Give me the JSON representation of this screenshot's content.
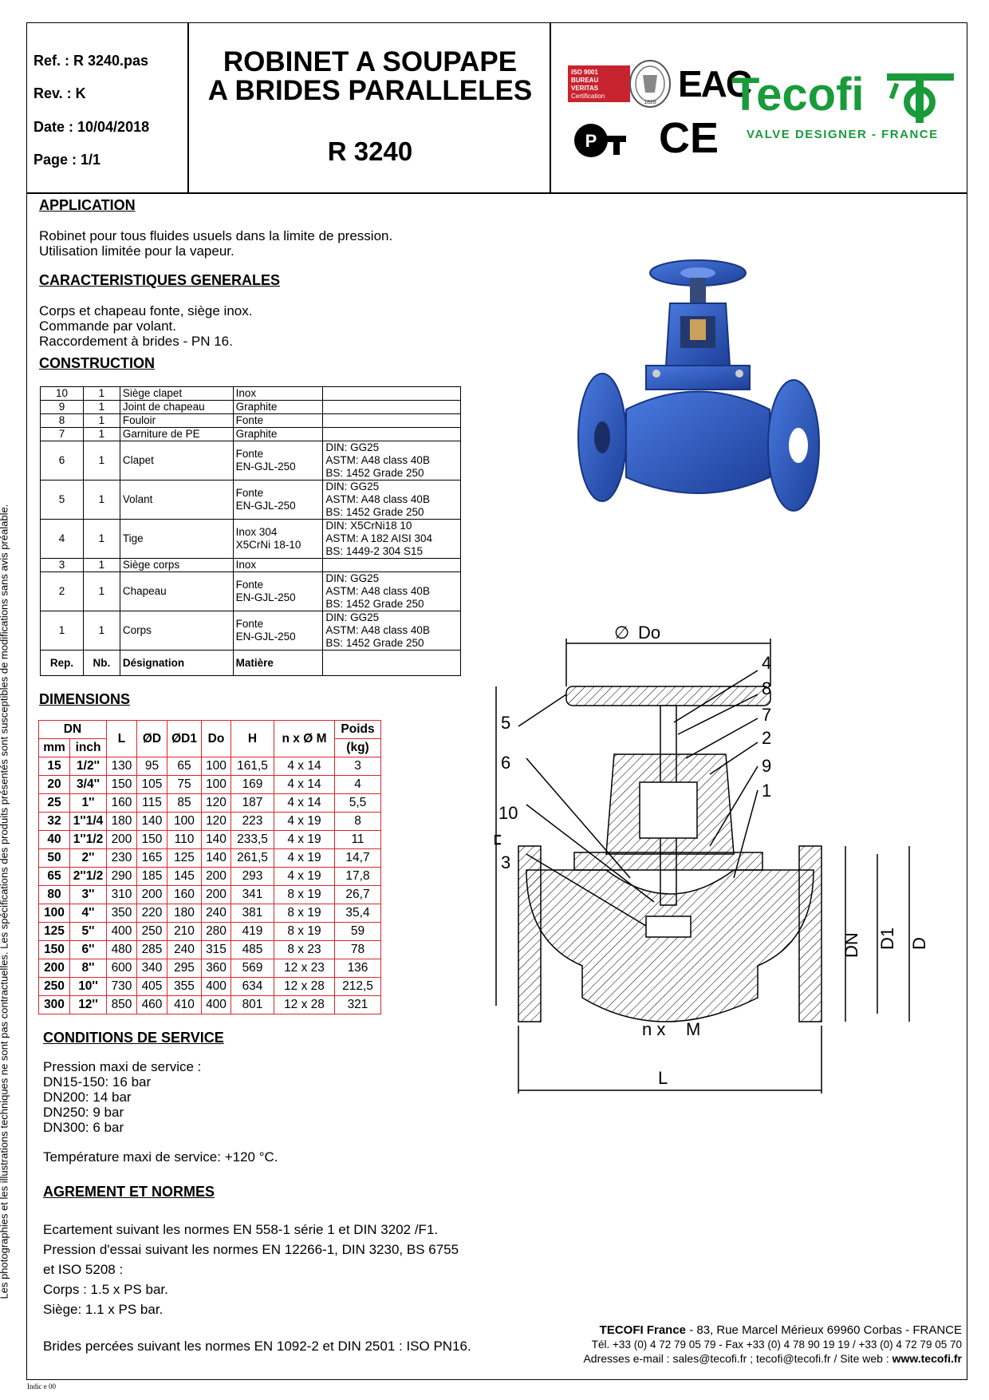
{
  "header": {
    "ref": "Ref. : R 3240.pas",
    "rev": "Rev. : K",
    "date": "Date : 10/04/2018",
    "page": "Page : 1/1",
    "title_line1": "ROBINET A SOUPAPE",
    "title_line2": "A BRIDES PARALLELES",
    "code": "R 3240",
    "iso_badge": "ISO 9001",
    "bv_badge": "BUREAU VERITAS",
    "bv_cert": "Certification",
    "bv_year": "1828",
    "eac_mark": "EAC",
    "ce_mark": "CE",
    "pct_mark": "PCT",
    "brand": "Tecofi",
    "brand_tagline": "VALVE DESIGNER - FRANCE"
  },
  "sections": {
    "application": "APPLICATION",
    "caracteristiques": "CARACTERISTIQUES GENERALES",
    "construction": "CONSTRUCTION",
    "dimensions": "DIMENSIONS",
    "conditions": "CONDITIONS DE SERVICE",
    "agrement": "AGREMENT ET NORMES"
  },
  "application_text": [
    "Robinet pour tous fluides usuels dans la limite de pression.",
    "Utilisation limitée pour la vapeur."
  ],
  "caracteristiques_text": [
    "Corps et chapeau fonte, siège inox.",
    "Commande par volant.",
    "Raccordement à brides - PN 16."
  ],
  "construction": {
    "headers": [
      "Rep.",
      "Nb.",
      "Désignation",
      "Matière"
    ],
    "rows": [
      {
        "rep": "10",
        "nb": "1",
        "des": "Siège clapet",
        "mat": "Inox",
        "norm": ""
      },
      {
        "rep": "9",
        "nb": "1",
        "des": "Joint de chapeau",
        "mat": "Graphite",
        "norm": ""
      },
      {
        "rep": "8",
        "nb": "1",
        "des": "Fouloir",
        "mat": "Fonte",
        "norm": ""
      },
      {
        "rep": "7",
        "nb": "1",
        "des": "Garniture de PE",
        "mat": "Graphite",
        "norm": ""
      },
      {
        "rep": "6",
        "nb": "1",
        "des": "Clapet",
        "mat": "Fonte\nEN-GJL-250",
        "norm": "DIN: GG25\nASTM: A48 class 40B\nBS: 1452 Grade 250"
      },
      {
        "rep": "5",
        "nb": "1",
        "des": "Volant",
        "mat": "Fonte\nEN-GJL-250",
        "norm": "DIN: GG25\nASTM: A48 class 40B\nBS: 1452 Grade 250"
      },
      {
        "rep": "4",
        "nb": "1",
        "des": "Tige",
        "mat": "Inox  304\nX5CrNi 18-10",
        "norm": "DIN: X5CrNi18 10\nASTM: A 182 AISI 304\nBS: 1449-2 304 S15"
      },
      {
        "rep": "3",
        "nb": "1",
        "des": "Siège corps",
        "mat": "Inox",
        "norm": ""
      },
      {
        "rep": "2",
        "nb": "1",
        "des": "Chapeau",
        "mat": "Fonte\nEN-GJL-250",
        "norm": "DIN: GG25\nASTM: A48 class 40B\nBS: 1452 Grade 250"
      },
      {
        "rep": "1",
        "nb": "1",
        "des": "Corps",
        "mat": "Fonte\nEN-GJL-250",
        "norm": "DIN: GG25\nASTM: A48 class 40B\nBS: 1452 Grade 250"
      }
    ]
  },
  "dimensions": {
    "headers": {
      "dn": "DN",
      "mm": "mm",
      "inch": "inch",
      "L": "L",
      "OD": "ØD",
      "OD1": "ØD1",
      "Do": "Do",
      "H": "H",
      "nxm": "n x Ø M",
      "poids": "Poids",
      "kg": "(kg)"
    },
    "rows": [
      [
        "15",
        "1/2''",
        "130",
        "95",
        "65",
        "100",
        "161,5",
        "4 x 14",
        "3"
      ],
      [
        "20",
        "3/4''",
        "150",
        "105",
        "75",
        "100",
        "169",
        "4 x 14",
        "4"
      ],
      [
        "25",
        "1''",
        "160",
        "115",
        "85",
        "120",
        "187",
        "4 x 14",
        "5,5"
      ],
      [
        "32",
        "1''1/4",
        "180",
        "140",
        "100",
        "120",
        "223",
        "4 x 19",
        "8"
      ],
      [
        "40",
        "1''1/2",
        "200",
        "150",
        "110",
        "140",
        "233,5",
        "4 x 19",
        "11"
      ],
      [
        "50",
        "2''",
        "230",
        "165",
        "125",
        "140",
        "261,5",
        "4 x 19",
        "14,7"
      ],
      [
        "65",
        "2''1/2",
        "290",
        "185",
        "145",
        "200",
        "293",
        "4 x 19",
        "17,8"
      ],
      [
        "80",
        "3''",
        "310",
        "200",
        "160",
        "200",
        "341",
        "8 x 19",
        "26,7"
      ],
      [
        "100",
        "4''",
        "350",
        "220",
        "180",
        "240",
        "381",
        "8 x 19",
        "35,4"
      ],
      [
        "125",
        "5''",
        "400",
        "250",
        "210",
        "280",
        "419",
        "8 x 19",
        "59"
      ],
      [
        "150",
        "6''",
        "480",
        "285",
        "240",
        "315",
        "485",
        "8 x 23",
        "78"
      ],
      [
        "200",
        "8''",
        "600",
        "340",
        "295",
        "360",
        "569",
        "12 x 23",
        "136"
      ],
      [
        "250",
        "10''",
        "730",
        "405",
        "355",
        "400",
        "634",
        "12 x 28",
        "212,5"
      ],
      [
        "300",
        "12''",
        "850",
        "460",
        "410",
        "400",
        "801",
        "12 x 28",
        "321"
      ]
    ]
  },
  "conditions_text": [
    "Pression maxi de service :",
    "DN15-150: 16 bar",
    "DN200: 14 bar",
    "DN250:  9 bar",
    "DN300:  6 bar"
  ],
  "temperature": "Température maxi de service: +120 °C.",
  "agrement_text": [
    "Ecartement suivant les normes EN 558-1 série 1 et  DIN 3202 /F1.",
    "Pression d'essai suivant les normes EN 12266-1, DIN 3230, BS 6755",
    "et ISO 5208 :",
    "Corps : 1.5 x PS  bar.",
    "Siège:  1.1 x PS  bar."
  ],
  "brides": "Brides percées suivant les normes EN 1092-2 et DIN 2501 : ISO PN16.",
  "drawing": {
    "Do": "Do",
    "H": "H",
    "DN": "DN",
    "D1": "D1",
    "D": "D",
    "nxm": "n x",
    "M": "M",
    "L": "L",
    "callouts": [
      "4",
      "8",
      "7",
      "2",
      "9",
      "1",
      "5",
      "6",
      "10",
      "3"
    ]
  },
  "footer": {
    "company": "TECOFI France",
    "address": " -  83, Rue Marcel Mérieux  69960 Corbas - FRANCE",
    "tel": "Tél.  +33 (0) 4 72 79 05 79  -  Fax +33 (0) 4 78 90 19 19 /  +33 (0) 4 72 79 05 70",
    "email_label": "Adresses e-mail : ",
    "emails": "sales@tecofi.fr ;  tecofi@tecofi.fr",
    "web_label": " / Site web : ",
    "web": "www.tecofi.fr"
  },
  "sidebar_text": "Les photographies et les illustrations techniques ne sont pas contractuelles. Les spécifications des produits présentés sont susceptibles de modifications sans avis préalable.",
  "index_note": "Indic e 00",
  "colors": {
    "table_border": "#d9272e",
    "valve_blue": "#2e5fc9",
    "brand_green": "#1a9b3b",
    "bv_red": "#c8242f"
  }
}
